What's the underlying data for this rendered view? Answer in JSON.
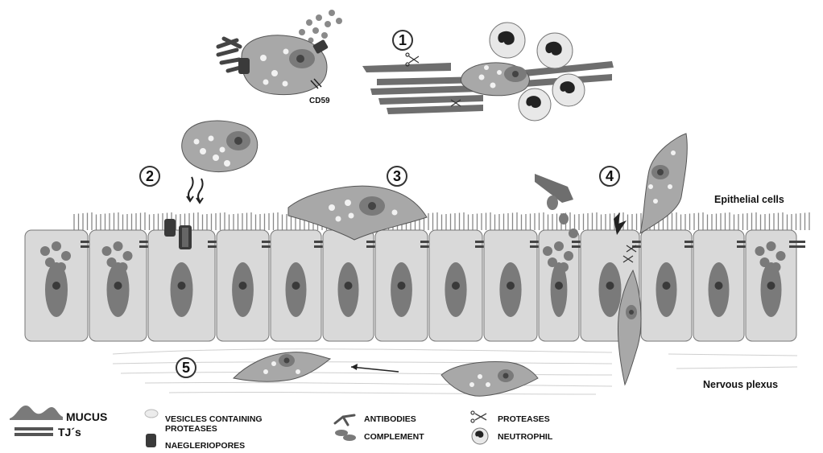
{
  "figure": {
    "steps": [
      "1",
      "2",
      "3",
      "4",
      "5"
    ],
    "labels": {
      "cd59": "CD59",
      "epithelial": "Epithelial cells",
      "nervous": "Nervous plexus"
    },
    "legend": {
      "mucus": "MUCUS",
      "tjs": "TJ´s",
      "vesicles_line1": "VESICLES CONTAINING",
      "vesicles_line2": "PROTEASES",
      "naegleriopores": "NAEGLERIOPORES",
      "antibodies": "ANTIBODIES",
      "complement": "COMPLEMENT",
      "proteases": "PROTEASES",
      "neutrophil": "NEUTROPHIL"
    },
    "colors": {
      "amoeba": "#a8a8a8",
      "cell": "#d9d9d9",
      "nucleus": "#7a7a7a",
      "dark": "#3a3a3a",
      "vesicle": "#f2f2f2",
      "fiber": "#6e6e6e"
    },
    "icons": [
      "scissors-icon",
      "neutrophil-icon",
      "antibody-icon",
      "naegleriopore-icon",
      "mucus-icon",
      "tight-junction-icon"
    ]
  }
}
